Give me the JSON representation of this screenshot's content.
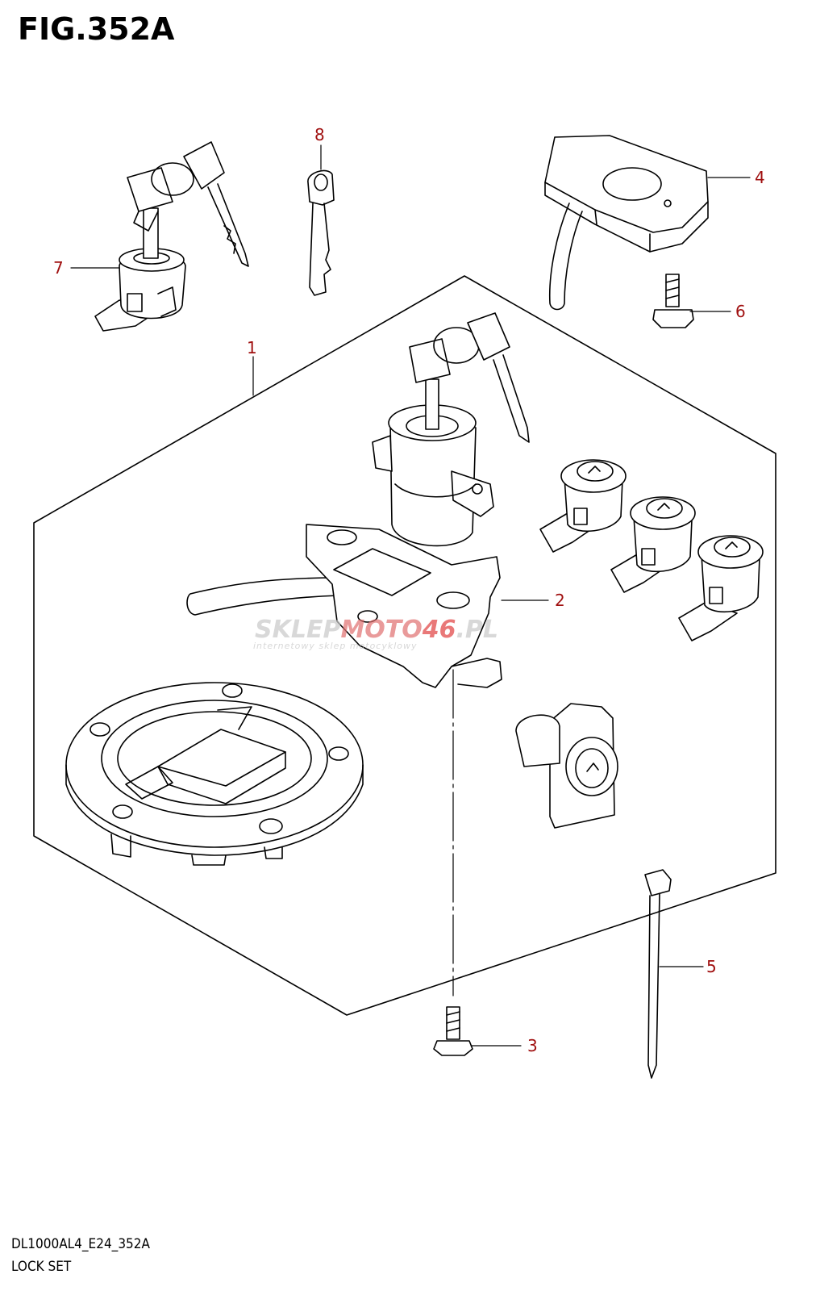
{
  "figure": {
    "title": "FIG.352A"
  },
  "footer": {
    "model_code": "DL1000AL4_E24_352A",
    "section_name": "LOCK SET"
  },
  "callouts": [
    {
      "number": "1",
      "part": "lock set"
    },
    {
      "number": "2",
      "part": "ignition switch"
    },
    {
      "number": "3",
      "part": "screw"
    },
    {
      "number": "4",
      "part": "cover"
    },
    {
      "number": "5",
      "part": "cable tie"
    },
    {
      "number": "6",
      "part": "bolt"
    },
    {
      "number": "7",
      "part": "lock"
    },
    {
      "number": "8",
      "part": "key"
    }
  ],
  "watermark": {
    "brand_part1": "SKLEP",
    "brand_part2": "MOTO",
    "brand_part3": "46",
    "brand_part4": ".PL",
    "tagline": "internetowy sklep motocyklowy"
  },
  "colors": {
    "line": "#000000",
    "callout": "#a01010",
    "watermark_gray": "#d0d0d0",
    "watermark_red": "#e05050"
  }
}
